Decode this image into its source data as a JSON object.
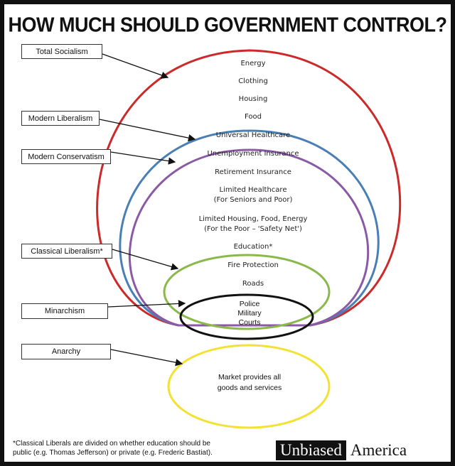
{
  "title": "HOW MUCH SHOULD GOVERNMENT CONTROL?",
  "labels": {
    "total_socialism": "Total Socialism",
    "modern_liberalism": "Modern Liberalism",
    "modern_conservatism": "Modern Conservatism",
    "classical_liberalism": "Classical Liberalism*",
    "minarchism": "Minarchism",
    "anarchy": "Anarchy"
  },
  "items": {
    "energy": "Energy",
    "clothing": "Clothing",
    "housing": "Housing",
    "food": "Food",
    "universal_healthcare": "Universal Healthcare",
    "unemployment_insurance": "Unemployment Insurance",
    "retirement_insurance": "Retirement Insurance",
    "limited_healthcare_1": "Limited Healthcare",
    "limited_healthcare_2": "(For Seniors and Poor)",
    "limited_housing_1": "Limited Housing, Food, Energy",
    "limited_housing_2": "(For the Poor – 'Safety Net')",
    "education": "Education*",
    "fire_protection": "Fire Protection",
    "roads": "Roads",
    "police": "Police",
    "military": "Military",
    "courts": "Courts",
    "market_1": "Market provides all",
    "market_2": "goods and services"
  },
  "footnote": {
    "line1": "*Classical Liberals are divided on whether education should be",
    "line2": "public (e.g. Thomas Jefferson) or private (e.g. Frederic Bastiat)."
  },
  "brand": {
    "part1": "Unbiased",
    "part2": "America"
  },
  "colors": {
    "total_socialism": "#cc2a2a",
    "modern_liberalism": "#4a7fb5",
    "modern_conservatism": "#8a5aa6",
    "classical_liberalism": "#8ab84a",
    "minarchism": "#111111",
    "anarchy": "#f2e233"
  }
}
